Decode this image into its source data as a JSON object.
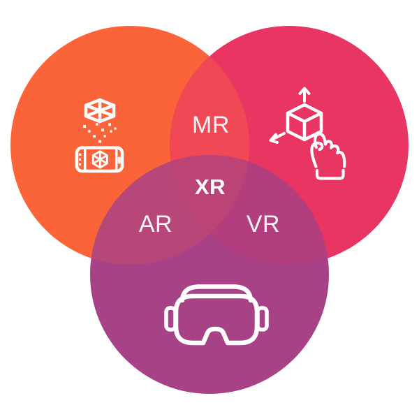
{
  "diagram": {
    "background": "#FFFFFF",
    "label_color": "#FFFFFF",
    "circles": {
      "top_left": {
        "color": "#FB6338",
        "icon": "ar-smartphone-cube-icon"
      },
      "top_right": {
        "color": "#E93561",
        "icon": "hand-gesture-cube-icon"
      },
      "bottom": {
        "color": "#A84287",
        "icon": "vr-headset-icon"
      }
    },
    "overlaps": {
      "top": {
        "label": "MR",
        "color": "#F04855"
      },
      "left": {
        "label": "AR",
        "color": "#B64778"
      },
      "right": {
        "label": "VR",
        "color": "#B23E80"
      },
      "center": {
        "label": "XR",
        "color": "#BC4375"
      }
    }
  }
}
